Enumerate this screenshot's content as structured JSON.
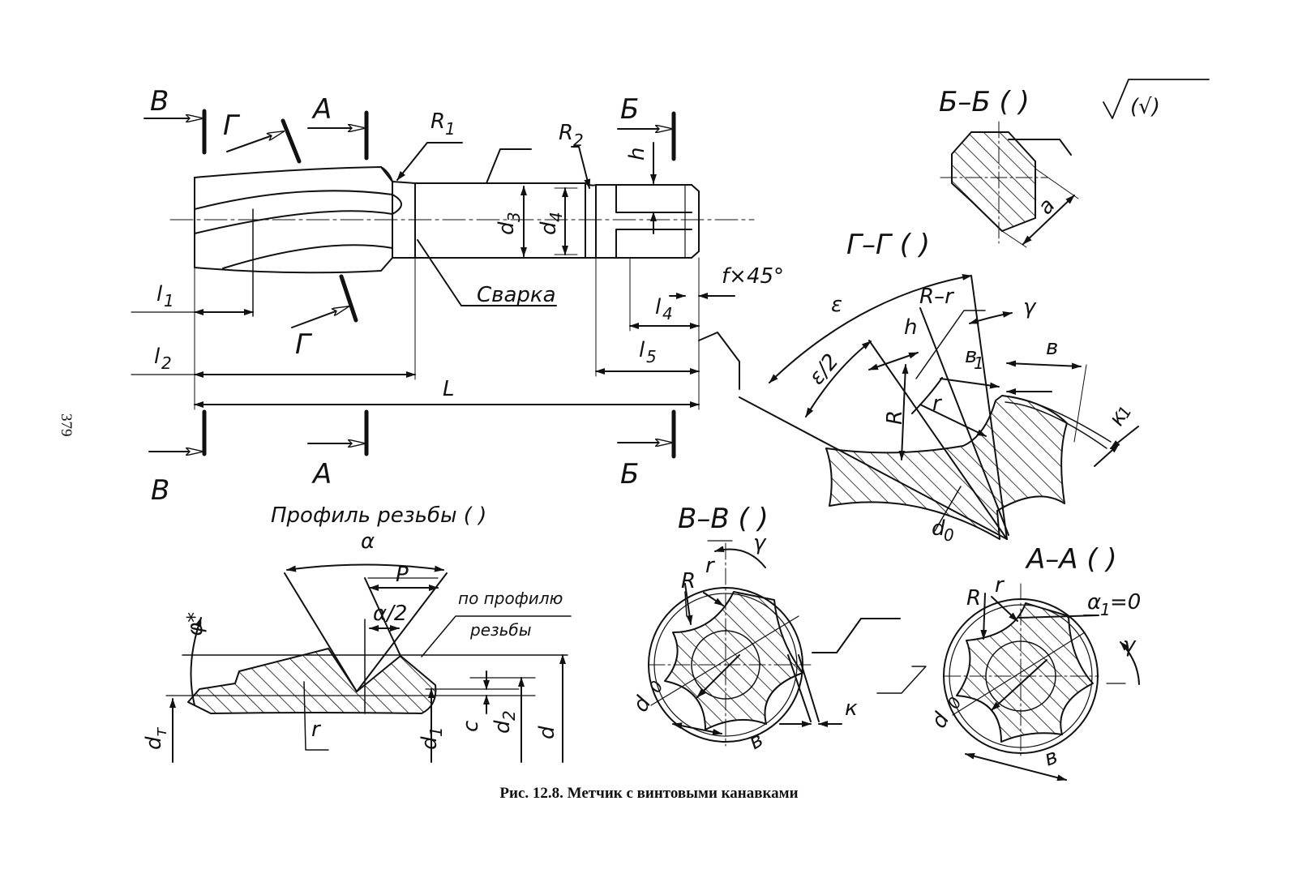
{
  "page_number": "379",
  "caption": "Рис. 12.8. Метчик с винтовыми канавками",
  "section_marks": {
    "v": "В",
    "a": "А",
    "b": "Б",
    "g": "Г"
  },
  "main_view": {
    "R1": "R",
    "R1_sub": "1",
    "R2": "R",
    "R2_sub": "2",
    "h": "h",
    "d3": "d",
    "d3_sub": "3",
    "d4": "d",
    "d4_sub": "4",
    "weld": "Сварка",
    "chamfer": "f×45°",
    "l1": "l",
    "l1_sub": "1",
    "l2": "l",
    "l2_sub": "2",
    "l4": "l",
    "l4_sub": "4",
    "l5": "l",
    "l5_sub": "5",
    "L": "L"
  },
  "section_bb": {
    "title": "Б–Б (    )",
    "root": "(√)",
    "a": "a"
  },
  "section_gg": {
    "title": "Г–Г (    )",
    "eps": "ε",
    "eps2": "ε/2",
    "Rr": "R–r",
    "h": "h",
    "gamma": "γ",
    "b1": "в",
    "b1_sub": "1",
    "b": "в",
    "R": "R",
    "r": "r",
    "k1": "к",
    "k1_sub": "1",
    "d0": "d",
    "d0_sub": "0"
  },
  "profile": {
    "title": "Профиль резьбы (       )",
    "alpha": "α",
    "P": "P",
    "half_alpha": "α/2",
    "note_line1": "по профилю",
    "note_line2": "резьбы",
    "phi": "φ*",
    "dT": "d",
    "dT_sub": "т",
    "r": "r",
    "c": "c",
    "d1": "d",
    "d1_sub": "1",
    "d2": "d",
    "d2_sub": "2",
    "d": "d"
  },
  "section_vv": {
    "title": "В–В (    )",
    "gamma": "γ",
    "R": "R",
    "r": "r",
    "d0": "d",
    "d0_sub": "0",
    "b": "в",
    "k": "к"
  },
  "section_aa": {
    "title": "А–А (    )",
    "R": "R",
    "r": "r",
    "alpha1": "α",
    "alpha1_sub": "1",
    "alpha1_val": "=0",
    "gamma": "γ",
    "d0": "d",
    "d0_sub": "0",
    "b": "в"
  }
}
